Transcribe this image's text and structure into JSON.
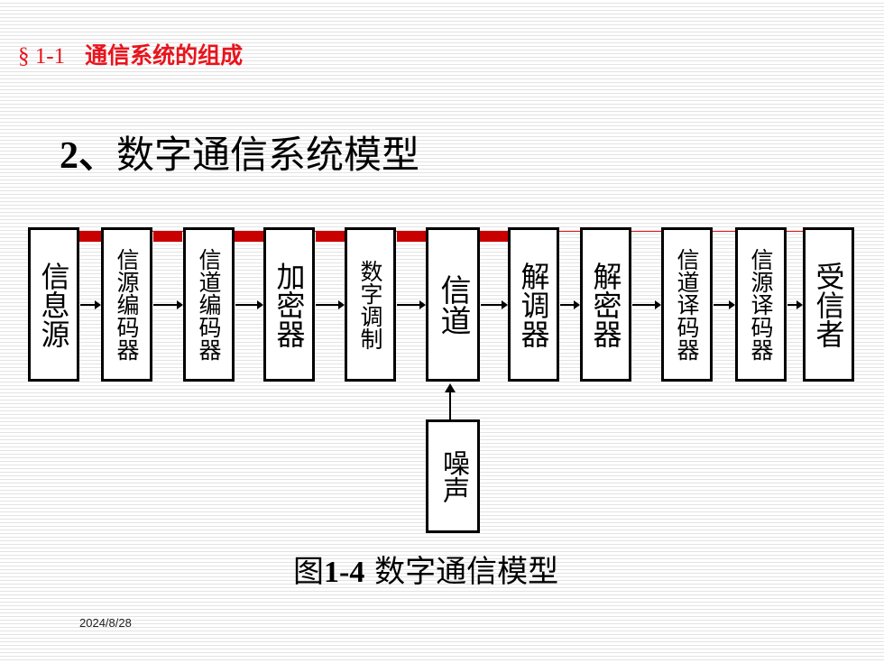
{
  "header": {
    "section_number": "§ 1-1",
    "section_title": "通信系统的组成"
  },
  "title": {
    "number": "2、",
    "text": "数字通信系统模型"
  },
  "diagram": {
    "blocks": [
      {
        "label": "信息源"
      },
      {
        "label": "信源编码器"
      },
      {
        "label": "信道编码器"
      },
      {
        "label": "加密器"
      },
      {
        "label": "数字调制"
      },
      {
        "label": "信道"
      },
      {
        "label": "解调器"
      },
      {
        "label": "解密器"
      },
      {
        "label": "信道译码器"
      },
      {
        "label": "信源译码器"
      },
      {
        "label": "受信者"
      }
    ],
    "noise": {
      "label": "噪声"
    }
  },
  "caption": {
    "prefix": "图",
    "number": "1-4",
    "text": "数字通信模型"
  },
  "footer": {
    "date": "2024/8/28"
  },
  "colors": {
    "accent_red": "#e8141c",
    "bar_red": "#c80000"
  }
}
